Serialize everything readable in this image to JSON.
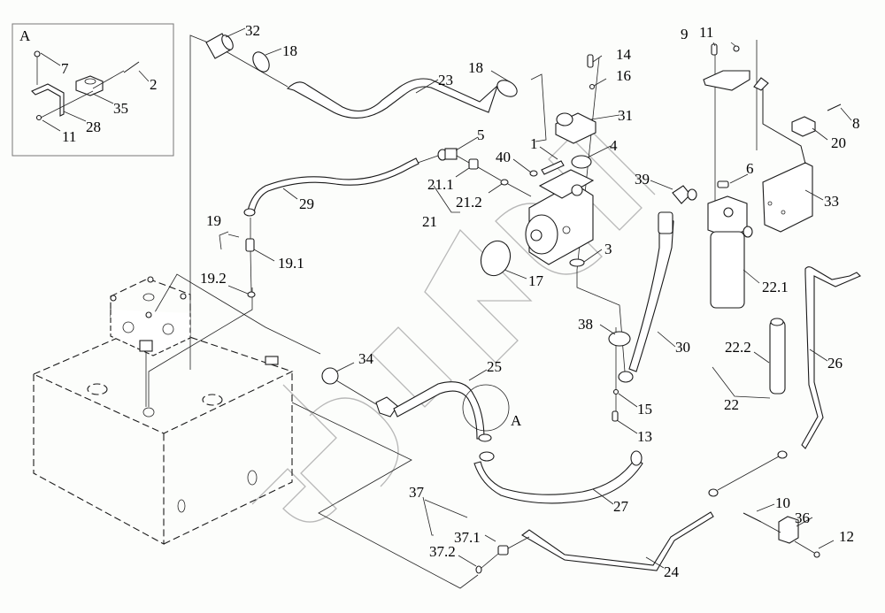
{
  "diagram": {
    "type": "exploded-parts-view",
    "subject": "hydraulic pump, filter, tank and pipe assembly",
    "watermark": "БИЗОН",
    "detail_view": {
      "title": "A",
      "callouts": [
        "7",
        "2",
        "35",
        "28",
        "11"
      ]
    },
    "detail_marker": "A",
    "callouts": [
      {
        "id": "c32",
        "label": "32"
      },
      {
        "id": "c18a",
        "label": "18"
      },
      {
        "id": "c23",
        "label": "23"
      },
      {
        "id": "c18b",
        "label": "18"
      },
      {
        "id": "c14",
        "label": "14"
      },
      {
        "id": "c16",
        "label": "16"
      },
      {
        "id": "c31",
        "label": "31"
      },
      {
        "id": "c5",
        "label": "5"
      },
      {
        "id": "c1",
        "label": "1"
      },
      {
        "id": "c4",
        "label": "4"
      },
      {
        "id": "c40",
        "label": "40"
      },
      {
        "id": "c21_1",
        "label": "21.1"
      },
      {
        "id": "c21_2",
        "label": "21.2"
      },
      {
        "id": "c21",
        "label": "21"
      },
      {
        "id": "c29",
        "label": "29"
      },
      {
        "id": "c19",
        "label": "19"
      },
      {
        "id": "c19_1",
        "label": "19.1"
      },
      {
        "id": "c19_2",
        "label": "19.2"
      },
      {
        "id": "c17",
        "label": "17"
      },
      {
        "id": "c3",
        "label": "3"
      },
      {
        "id": "c39",
        "label": "39"
      },
      {
        "id": "c9",
        "label": "9"
      },
      {
        "id": "c11",
        "label": "11"
      },
      {
        "id": "c8",
        "label": "8"
      },
      {
        "id": "c20",
        "label": "20"
      },
      {
        "id": "c6",
        "label": "6"
      },
      {
        "id": "c33",
        "label": "33"
      },
      {
        "id": "c22_1",
        "label": "22.1"
      },
      {
        "id": "c38",
        "label": "38"
      },
      {
        "id": "c30",
        "label": "30"
      },
      {
        "id": "c22_2",
        "label": "22.2"
      },
      {
        "id": "c22",
        "label": "22"
      },
      {
        "id": "c26",
        "label": "26"
      },
      {
        "id": "c34",
        "label": "34"
      },
      {
        "id": "c25",
        "label": "25"
      },
      {
        "id": "c15",
        "label": "15"
      },
      {
        "id": "c13",
        "label": "13"
      },
      {
        "id": "c27",
        "label": "27"
      },
      {
        "id": "c37",
        "label": "37"
      },
      {
        "id": "c37_1",
        "label": "37.1"
      },
      {
        "id": "c37_2",
        "label": "37.2"
      },
      {
        "id": "c24",
        "label": "24"
      },
      {
        "id": "c10",
        "label": "10"
      },
      {
        "id": "c36",
        "label": "36"
      },
      {
        "id": "c12",
        "label": "12"
      }
    ]
  }
}
